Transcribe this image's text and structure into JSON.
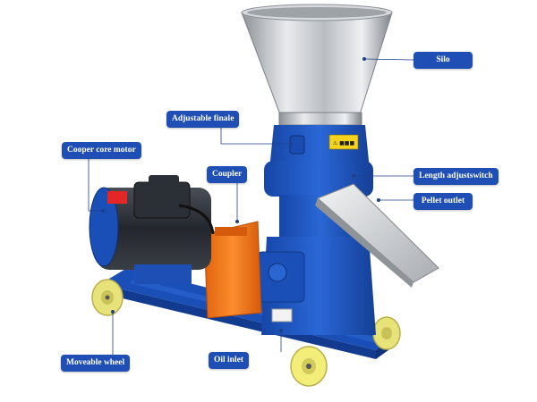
{
  "labels": {
    "silo": "Silo",
    "adjustable_finale": "Adjustable finale",
    "cooper_core_motor": "Cooper core motor",
    "coupler": "Coupler",
    "length_adjust_switch": "Length adjustswitch",
    "pellet_outlet": "Pellet outlet",
    "moveable_wheel": "Moveable wheel",
    "oil_inlet": "Oil inlet"
  },
  "colors": {
    "label_bg": "#1f4fb4",
    "machine_blue": "#1d58c4",
    "coupler_orange": "#f07a1e",
    "wheel_yellow": "#f3ee7a",
    "hopper_steel": "#c8ccd0",
    "motor_dark": "#2b2f36"
  }
}
